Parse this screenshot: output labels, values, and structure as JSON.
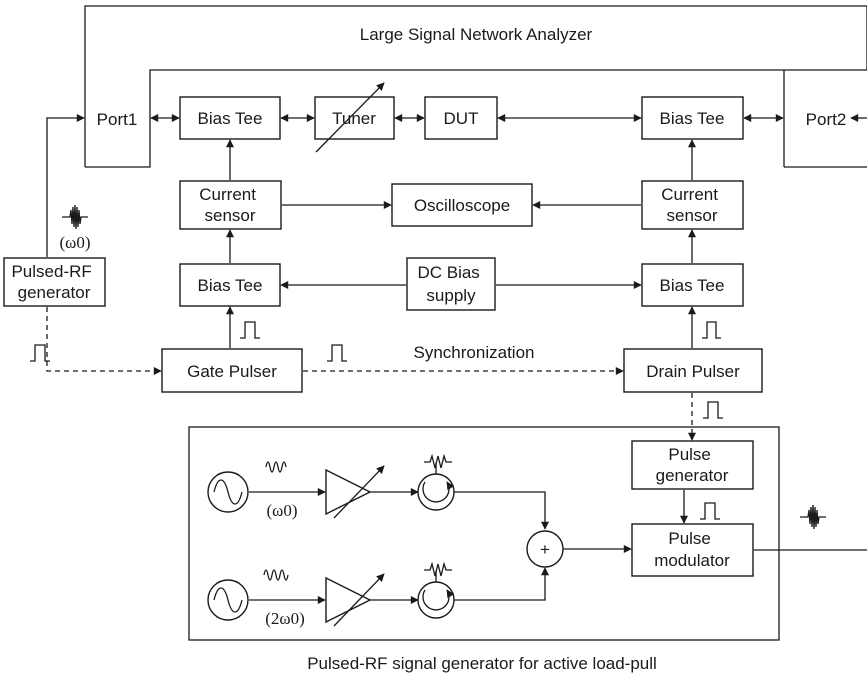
{
  "analyzer_label": "Large Signal Network Analyzer",
  "ports": {
    "left": "Port1",
    "right": "Port2"
  },
  "blocks": {
    "bias_tee_input": "Bias Tee",
    "tuner": "Tuner",
    "dut": "DUT",
    "bias_tee_output": "Bias Tee",
    "current_sensor_gate": [
      "Current",
      "sensor"
    ],
    "oscilloscope": "Oscilloscope",
    "current_sensor_drain": [
      "Current",
      "sensor"
    ],
    "pulsed_rf_generator": [
      "Pulsed-RF",
      "generator"
    ],
    "bias_tee_gate": "Bias Tee",
    "dc_bias_supply": [
      "DC Bias",
      "supply"
    ],
    "bias_tee_drain": "Bias Tee",
    "gate_pulser": "Gate Pulser",
    "drain_pulser": "Drain Pulser",
    "pulse_generator": [
      "Pulse",
      "generator"
    ],
    "pulse_modulator": [
      "Pulse",
      "modulator"
    ],
    "combiner": "+"
  },
  "annotations": {
    "omega0_top": "(ω0)",
    "omega0_inner": "(ω0)",
    "two_omega0": "(2ω0)",
    "synchronization": "Synchronization"
  },
  "caption": "Pulsed-RF signal generator for active load-pull"
}
